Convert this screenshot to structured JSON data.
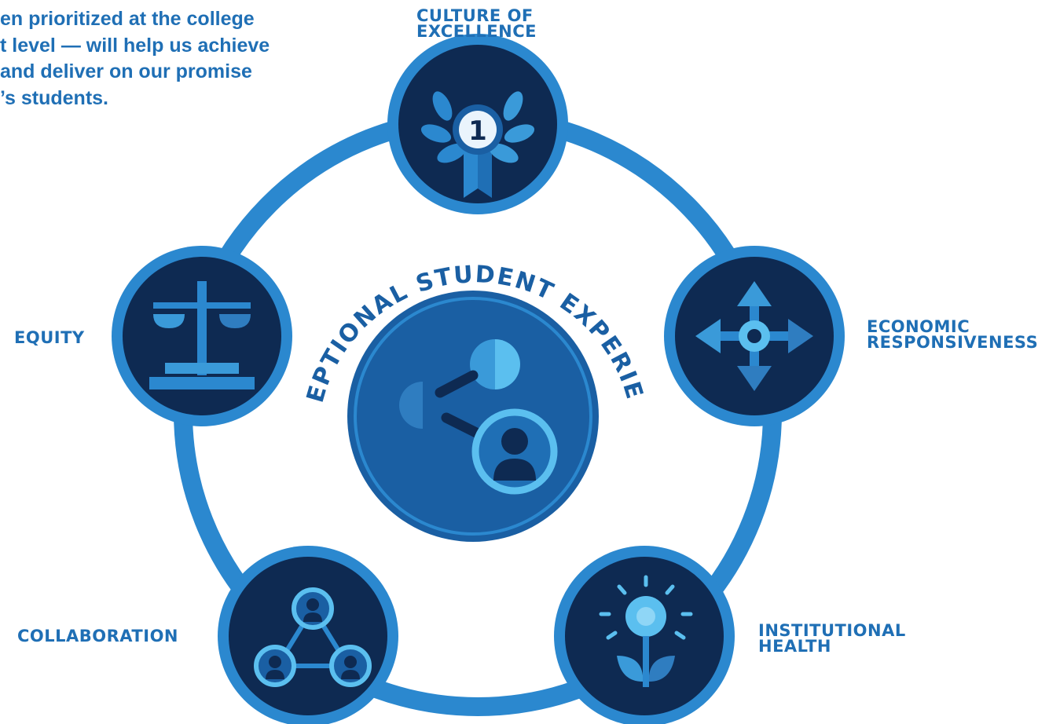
{
  "intro": {
    "lines": [
      "en prioritized at the college",
      "t level — will help us achieve",
      "and deliver on our promise",
      "’s students."
    ]
  },
  "center": {
    "arc_text": "EXCEPTIONAL STUDENT EXPERIENCE",
    "icon": "share-people-icon"
  },
  "nodes": [
    {
      "id": "culture",
      "lines": [
        "CULTURE OF",
        "EXCELLENCE"
      ],
      "icon": "award-medal-icon"
    },
    {
      "id": "economic",
      "lines": [
        "ECONOMIC",
        "RESPONSIVENESS"
      ],
      "icon": "directional-arrows-icon"
    },
    {
      "id": "institutional",
      "lines": [
        "INSTITUTIONAL",
        "HEALTH"
      ],
      "icon": "flower-icon"
    },
    {
      "id": "collaboration",
      "lines": [
        "COLLABORATION"
      ],
      "icon": "people-network-icon"
    },
    {
      "id": "equity",
      "lines": [
        "EQUITY"
      ],
      "icon": "scales-icon"
    }
  ],
  "colors": {
    "navy": "#0e2a52",
    "ring": "#2b88cf",
    "center_fill": "#1a5fa3",
    "light": "#5bbfef",
    "label": "#1f6fb5"
  }
}
